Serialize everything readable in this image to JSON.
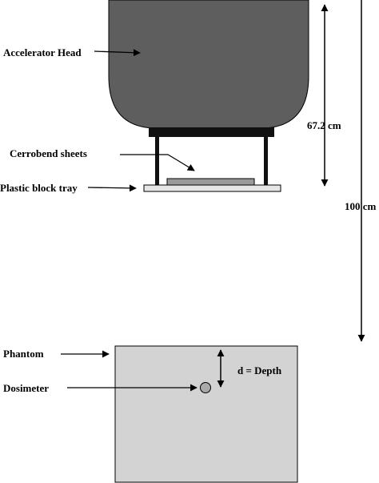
{
  "labels": {
    "accelerator_head": "Accelerator Head",
    "cerrobend_sheets": "Cerrobend sheets",
    "plastic_block_tray": "Plastic block tray",
    "phantom": "Phantom",
    "dosimeter": "Dosimeter",
    "depth": "d = Depth",
    "distance_tray": "67.2 cm",
    "distance_total": "100 cm"
  },
  "colors": {
    "head_fill": "#5e5e5e",
    "mount_fill": "#111111",
    "tray_fill": "#e6e6e6",
    "cerrobend_fill": "#9a9a9a",
    "phantom_fill": "#d3d3d3",
    "dosimeter_fill": "#a9a9a9"
  }
}
